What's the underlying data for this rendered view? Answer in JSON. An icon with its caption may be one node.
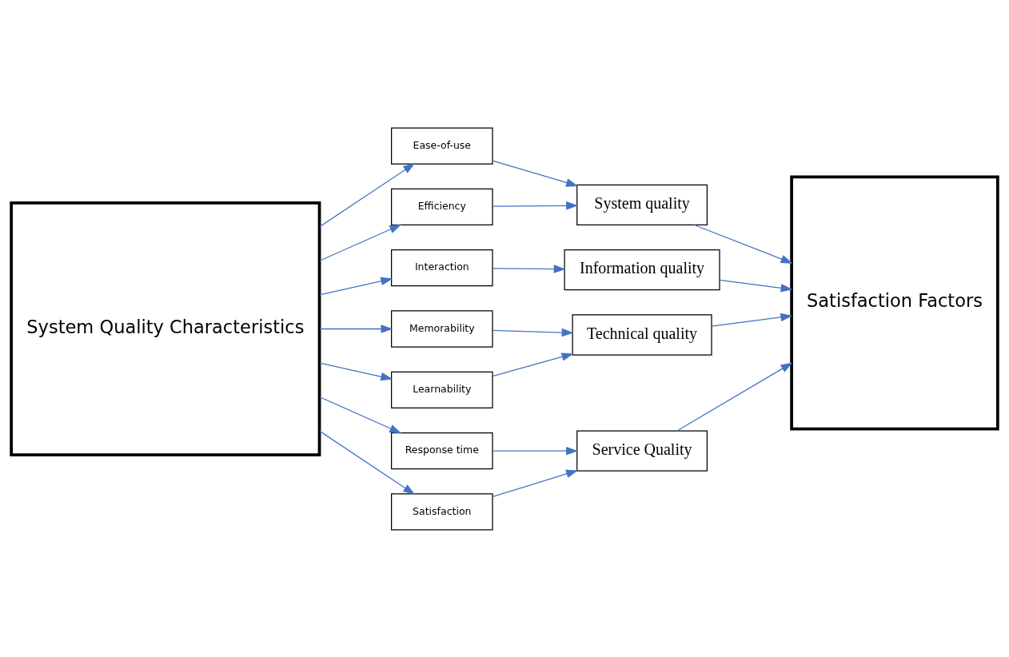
{
  "diagram": {
    "nodes": [
      {
        "text": [
          "System Quality Characteristics"
        ]
      },
      {
        "text": [
          "Ease-of-use"
        ]
      },
      {
        "text": [
          "Efficiency"
        ]
      },
      {
        "text": [
          "Interaction"
        ]
      },
      {
        "text": [
          "Memorability"
        ]
      },
      {
        "text": [
          "Learnability"
        ]
      },
      {
        "text": [
          "Response time"
        ]
      },
      {
        "text": [
          "Satisfaction"
        ]
      },
      {
        "text": [
          "System quality"
        ]
      },
      {
        "text": [
          "Information quality"
        ]
      },
      {
        "text": [
          "Technical quality"
        ]
      },
      {
        "text": [
          "Service Quality"
        ]
      },
      {
        "text": [
          "Satisfaction Factors"
        ]
      }
    ],
    "edges": [
      {
        "from": 0,
        "to": 1,
        "arrow": "to"
      },
      {
        "from": 0,
        "to": 2,
        "arrow": "to"
      },
      {
        "from": 0,
        "to": 3,
        "arrow": "to"
      },
      {
        "from": 0,
        "to": 4,
        "arrow": "to"
      },
      {
        "from": 0,
        "to": 5,
        "arrow": "to"
      },
      {
        "from": 0,
        "to": 6,
        "arrow": "to"
      },
      {
        "from": 0,
        "to": 7,
        "arrow": "to"
      },
      {
        "from": 1,
        "to": 8,
        "arrow": "to"
      },
      {
        "from": 2,
        "to": 8,
        "arrow": "to"
      },
      {
        "from": 3,
        "to": 9,
        "arrow": "to"
      },
      {
        "from": 4,
        "to": 10,
        "arrow": "to"
      },
      {
        "from": 5,
        "to": 10,
        "arrow": "to"
      },
      {
        "from": 6,
        "to": 11,
        "arrow": "to"
      },
      {
        "from": 7,
        "to": 11,
        "arrow": "to"
      },
      {
        "from": 8,
        "to": 12,
        "arrow": "to"
      },
      {
        "from": 9,
        "to": 12,
        "arrow": "to"
      },
      {
        "from": 10,
        "to": 12,
        "arrow": "to"
      },
      {
        "from": 11,
        "to": 12,
        "arrow": "to"
      }
    ]
  }
}
